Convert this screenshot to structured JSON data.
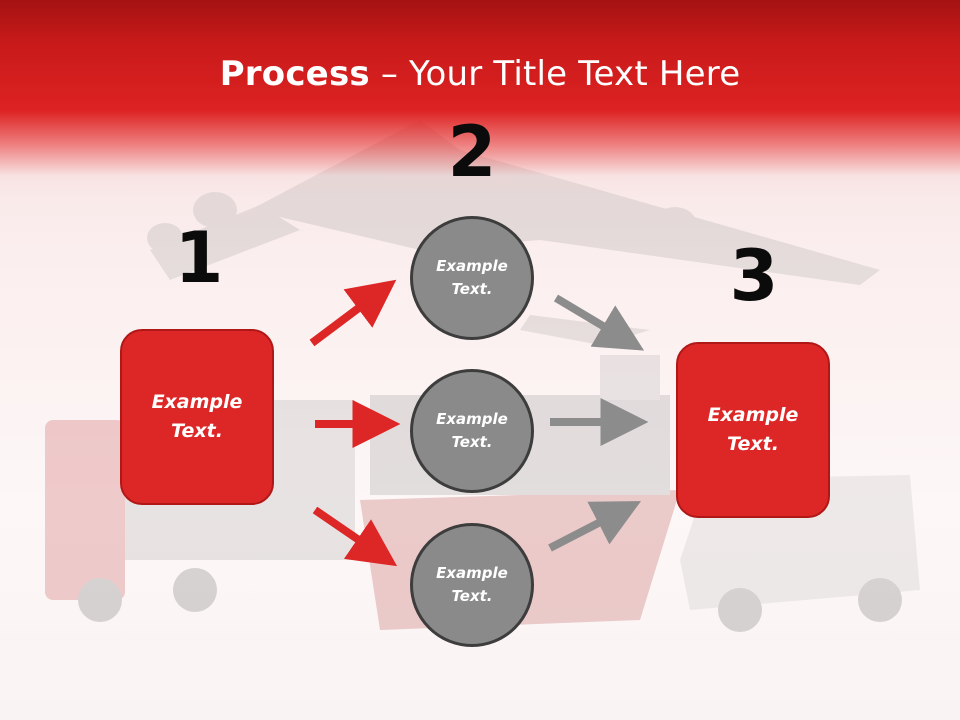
{
  "title": {
    "bold": "Process",
    "rest": " – Your Title Text Here"
  },
  "steps": [
    {
      "number": "1",
      "text": "Example\nText."
    },
    {
      "number": "2",
      "text": "Example\nText."
    },
    {
      "number": "3",
      "text": "Example\nText."
    }
  ],
  "circles": [
    {
      "text": "Example\nText."
    },
    {
      "text": "Example\nText."
    },
    {
      "text": "Example\nText."
    }
  ],
  "colors": {
    "accent": "#dd2626",
    "header": "#c91a1a",
    "circle": "#8a8a8a",
    "arrow_red": "#dd2626",
    "arrow_gray": "#8c8c8c"
  }
}
